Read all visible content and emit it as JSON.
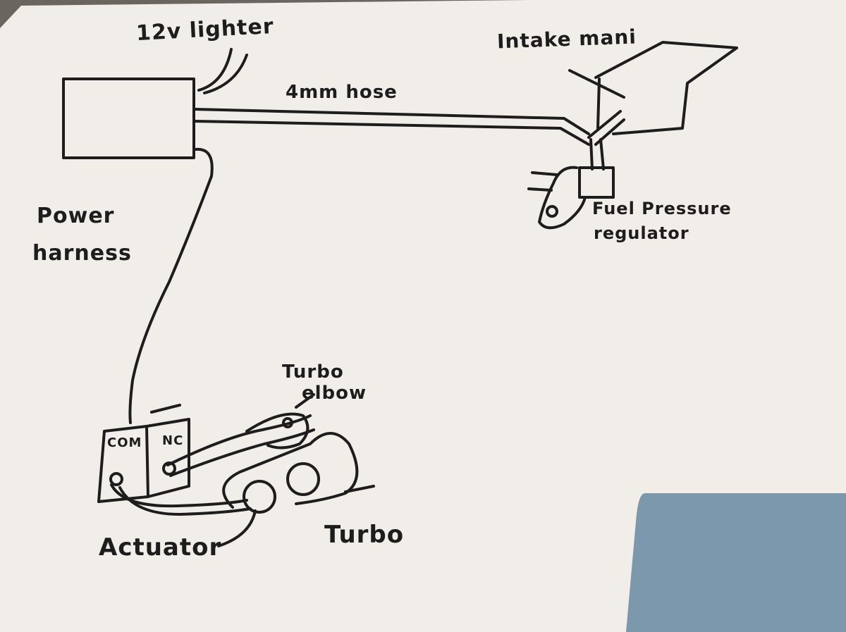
{
  "labels": {
    "lighter": "12v lighter",
    "hose": "4mm hose",
    "intake": "Intake mani",
    "fpr_line1": "Fuel Pressure",
    "fpr_line2": "regulator",
    "power_line1": "Power",
    "power_line2": "harness",
    "turbo_elbow_line1": "Turbo",
    "turbo_elbow_line2": "elbow",
    "com": "COM",
    "nc": "NC",
    "turbo": "Turbo",
    "actuator": "Actuator"
  },
  "colors": {
    "paper": "#f1ede9",
    "ink": "#1d1d1d",
    "shadow": "#6f8ea6"
  }
}
